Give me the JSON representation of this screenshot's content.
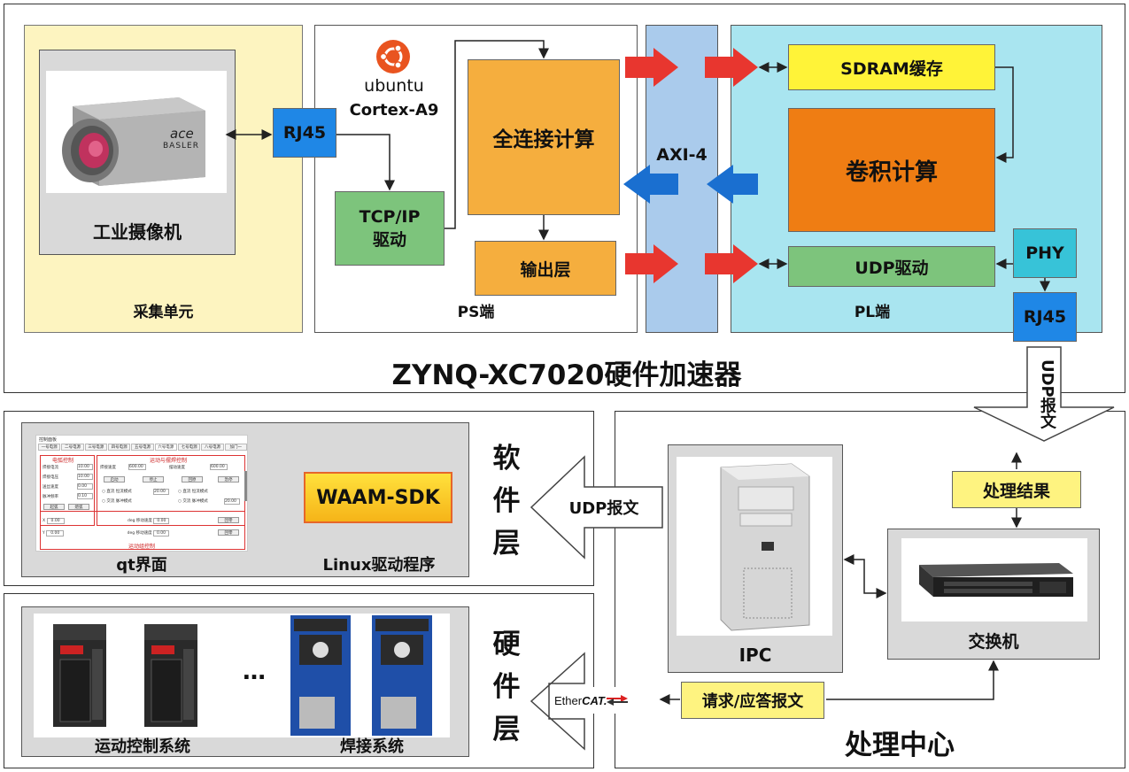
{
  "accelerator": {
    "title": "ZYNQ-XC7020硬件加速器",
    "acq_unit": {
      "camera_label": "工业摄像机",
      "camera_brand_top": "ace",
      "camera_brand_bottom": "BASLER",
      "label": "采集单元"
    },
    "ps": {
      "os_name": "ubuntu",
      "cpu": "Cortex-A9",
      "rj45": "RJ45",
      "tcp": "TCP/IP\n驱动",
      "fc": "全连接计算",
      "output": "输出层",
      "label": "PS端"
    },
    "axi": "AXI-4",
    "pl": {
      "sdram": "SDRAM缓存",
      "conv": "卷积计算",
      "udp": "UDP驱动",
      "phy": "PHY",
      "rj45": "RJ45",
      "label": "PL端"
    }
  },
  "udp_packet_vertical": "UDP报文",
  "software": {
    "chars": [
      "软",
      "件",
      "层"
    ],
    "qt_label": "qt界面",
    "linux_label": "Linux驱动程序",
    "sdk": "WAAM-SDK",
    "qt_panel": {
      "title": "控制面板",
      "tabs": [
        "一号电源",
        "二号电源",
        "三号电源",
        "四号电源",
        "五号电源",
        "六号电源",
        "七号电源",
        "八号电源",
        "加门一"
      ],
      "group1_title": "电弧控制",
      "group2_title": "运动与摆焊控制",
      "group3_title": "运动组控制",
      "fields1": [
        {
          "label": "焊接电流",
          "value": "10.00"
        },
        {
          "label": "焊接电压",
          "value": "10.00"
        },
        {
          "label": "送丝速度",
          "value": "0.00"
        },
        {
          "label": "脉冲频率",
          "value": "0.10"
        }
      ],
      "buttons1": [
        "起弧",
        "熄弧"
      ],
      "fields2": [
        {
          "label": "焊接速度",
          "value": "600.00"
        },
        {
          "label": "摆动速度",
          "value": "600.00"
        }
      ],
      "buttons2": [
        "启动",
        "停止",
        "回原",
        "急停"
      ],
      "radio_rows": [
        {
          "a": "直流",
          "b": "恒流模式",
          "value": "20.00"
        },
        {
          "a": "交流",
          "b": "脉冲模式",
          "value": "20.00"
        }
      ],
      "axes": [
        {
          "axis": "X",
          "value": "0.00",
          "unit": "deg",
          "speed_label": "移动速度",
          "speed": "0.00",
          "btn": "回零"
        },
        {
          "axis": "Y",
          "value": "0.00",
          "unit": "deg",
          "speed_label": "移动速度",
          "speed": "0.00",
          "btn": "回零"
        }
      ]
    }
  },
  "udp_packet_arrow": "UDP报文",
  "hardware": {
    "chars": [
      "硬",
      "件",
      "层"
    ],
    "motion_label": "运动控制系统",
    "weld_label": "焊接系统",
    "ellipsis": "…"
  },
  "ethercat": {
    "prefix": "Ether",
    "suffix": "CAT."
  },
  "request": "请求/应答报文",
  "center": {
    "title": "处理中心",
    "ipc": "IPC",
    "switch": "交换机",
    "result": "处理结果"
  },
  "colors": {
    "yellow_bg": "#fdf4c0",
    "pl_bg": "#a9e5f0",
    "axi_bg": "#aacbec",
    "orange": "#f5ae3e",
    "dark_orange": "#ef7d13",
    "green": "#7dc47c",
    "blue_rj45": "#1f87e6",
    "red_arrow": "#e8362f",
    "blue_arrow": "#1a6fd0",
    "sdram_yellow": "#fff338",
    "label_yellow": "#fef380",
    "teal_phy": "#37c3d8"
  }
}
